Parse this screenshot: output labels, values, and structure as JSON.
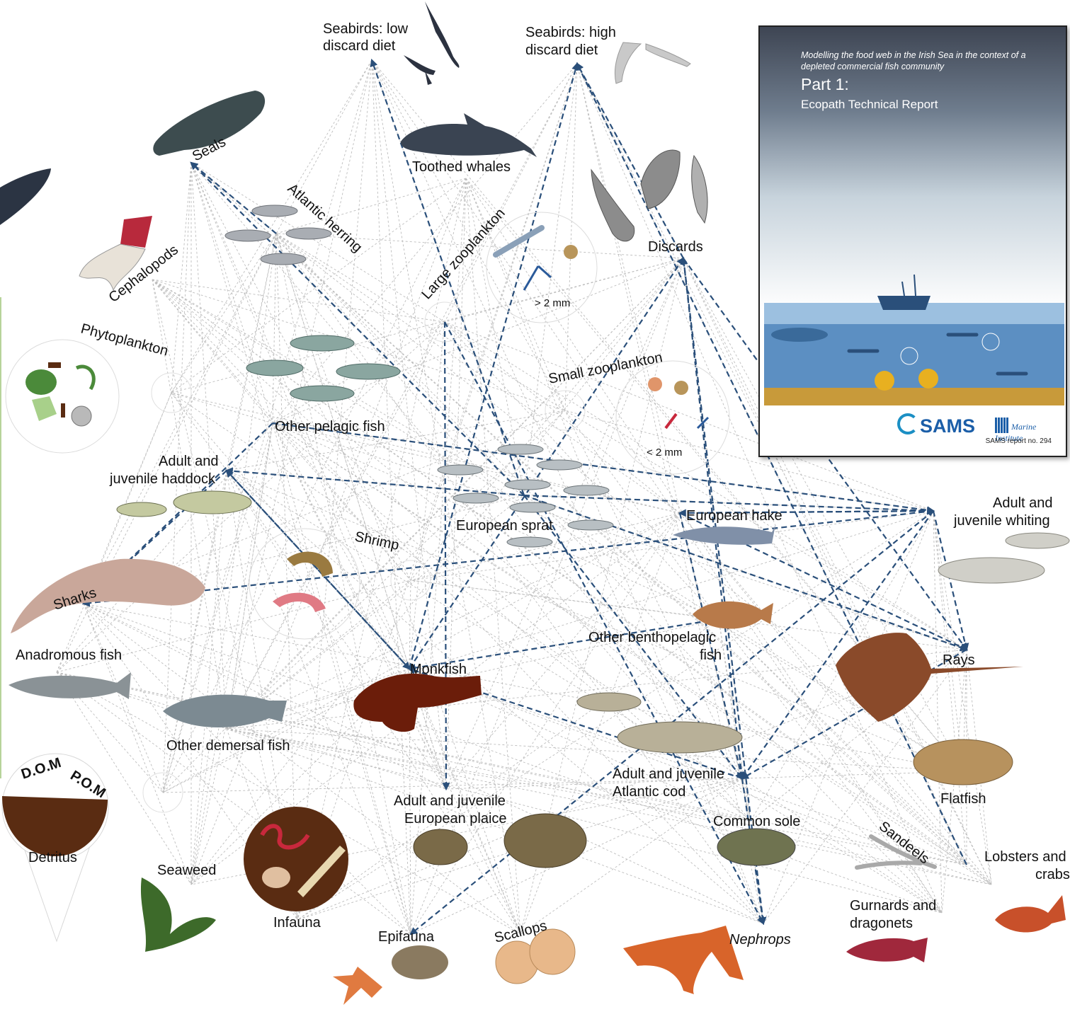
{
  "nodes": {
    "seabirds_low": [
      "Seabirds: low",
      "discard diet"
    ],
    "seabirds_high": [
      "Seabirds: high",
      "discard diet"
    ],
    "seals": "Seals",
    "toothed_whales": "Toothed whales",
    "atlantic_herring": "Atlantic herring",
    "cephalopods": "Cephalopods",
    "large_zooplankton": "Large zooplankton",
    "large_zoo_size": "> 2 mm",
    "discards": "Discards",
    "phytoplankton": "Phytoplankton",
    "small_zooplankton": "Small zooplankton",
    "small_zoo_size": "< 2 mm",
    "other_pelagic_fish": "Other pelagic fish",
    "haddock": [
      "Adult and",
      "juvenile haddock"
    ],
    "european_sprat": "European sprat",
    "european_hake": "European hake",
    "whiting": [
      "Adult and",
      "juvenile whiting"
    ],
    "shrimp": "Shrimp",
    "sharks": "Sharks",
    "other_benthopelagic": [
      "Other benthopelagic",
      "fish"
    ],
    "rays": "Rays",
    "anadromous_fish": "Anadromous fish",
    "monkfish": "Monkfish",
    "other_demersal_fish": "Other demersal fish",
    "cod": [
      "Adult and juvenile",
      "Atlantic cod"
    ],
    "flatfish": "Flatfish",
    "detritus": "Detritus",
    "dom": "D.O.M",
    "pom": "P.O.M",
    "plaice": [
      "Adult and juvenile",
      "European plaice"
    ],
    "common_sole": "Common sole",
    "sandeels": "Sandeels",
    "lobsters": [
      "Lobsters and",
      "crabs"
    ],
    "seaweed": "Seaweed",
    "infauna": "Infauna",
    "epifauna": "Epifauna",
    "scallops": "Scallops",
    "nephrops": "Nephrops",
    "gurnards": [
      "Gurnards and",
      "dragonets"
    ]
  },
  "cover": {
    "subtitle": "Modelling the food web in the Irish Sea in the context of a depleted commercial fish community",
    "title": "Part 1:",
    "title2": "Ecopath Technical Report",
    "logo_sams": "SAMS",
    "logo_mi": "Marine Institute",
    "report_no": "SAMS report no. 294"
  },
  "colors": {
    "arrow": "#2a4f7a",
    "link": "#b5b5b5",
    "detritus_brown": "#5a2c12",
    "monkfish": "#6b1d0a"
  }
}
